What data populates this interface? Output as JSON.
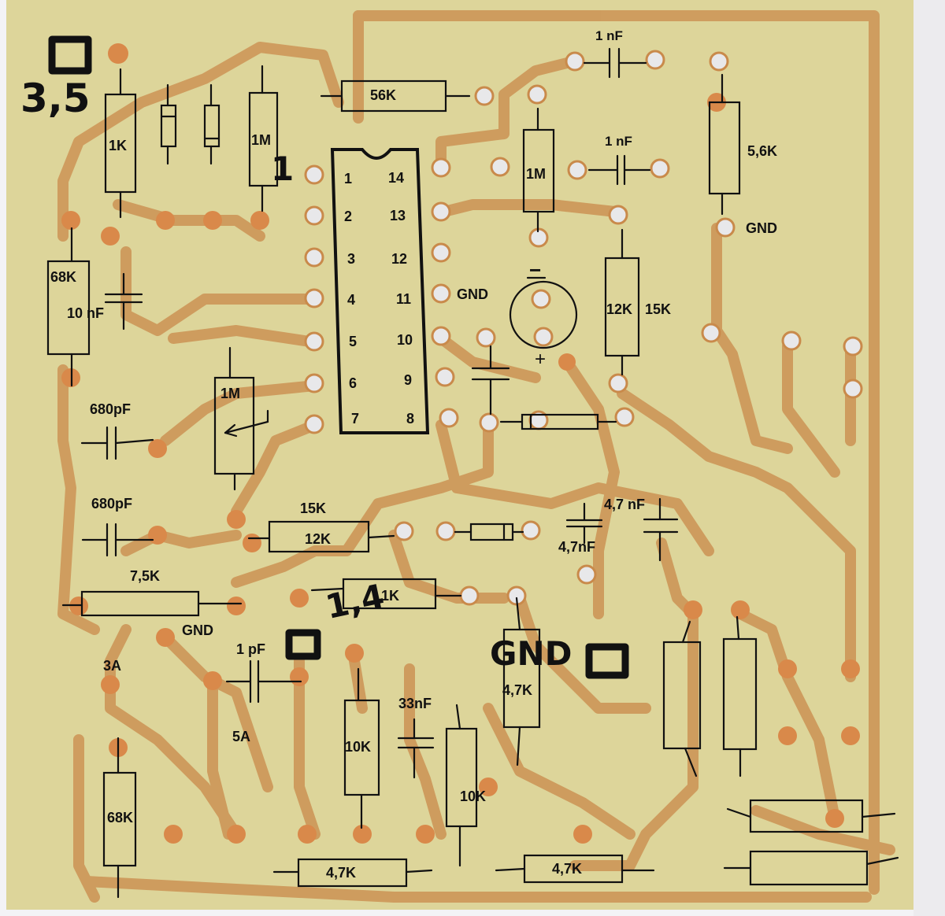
{
  "colors": {
    "board": "#ddd59a",
    "trace": "#c7803f",
    "ink": "#111111",
    "pad": "#e6e6e6"
  },
  "ic": {
    "pins": [
      "1",
      "2",
      "3",
      "4",
      "5",
      "6",
      "7",
      "8",
      "9",
      "10",
      "11",
      "12",
      "13",
      "14"
    ]
  },
  "labels": {
    "nf_top": "1 nF",
    "nf_mid": "1 nF",
    "r_56k": "56K",
    "r_1k_a": "1K",
    "r_1m_a": "1M",
    "r_1m_b": "1M",
    "r_56k_right": "5,6K",
    "gnd_right": "GND",
    "r_68k_a": "68K",
    "c_10nf": "10 nF",
    "gnd_pin11": "GND",
    "r_12k": "12K",
    "r_15k": "15K",
    "pot_1m": "1M",
    "c_680pf_a": "680pF",
    "c_680pf_b": "680pF",
    "r_15k_b": "15K",
    "r_12k_b": "12K",
    "c_47nf_a": "4,7 nF",
    "c_47nf_b": "4,7nF",
    "r_75k": "7,5K",
    "r_1k_b": "1K",
    "gnd_low": "GND",
    "c_1pf": "1 pF",
    "pad_3a": "3A",
    "pad_5a": "5A",
    "c_33nf": "33nF",
    "r_10k_a": "10K",
    "r_10k_b": "10K",
    "r_47k_a": "4,7K",
    "r_47k_b": "4,7K",
    "r_47k_c": "4,7K",
    "r_68k_b": "68K"
  },
  "handwriting": {
    "h_35": "3,5",
    "h_1": "1",
    "h_14": "1,4",
    "h_gnd": "GND"
  },
  "polarity": {
    "minus": "−",
    "plus": "+"
  }
}
